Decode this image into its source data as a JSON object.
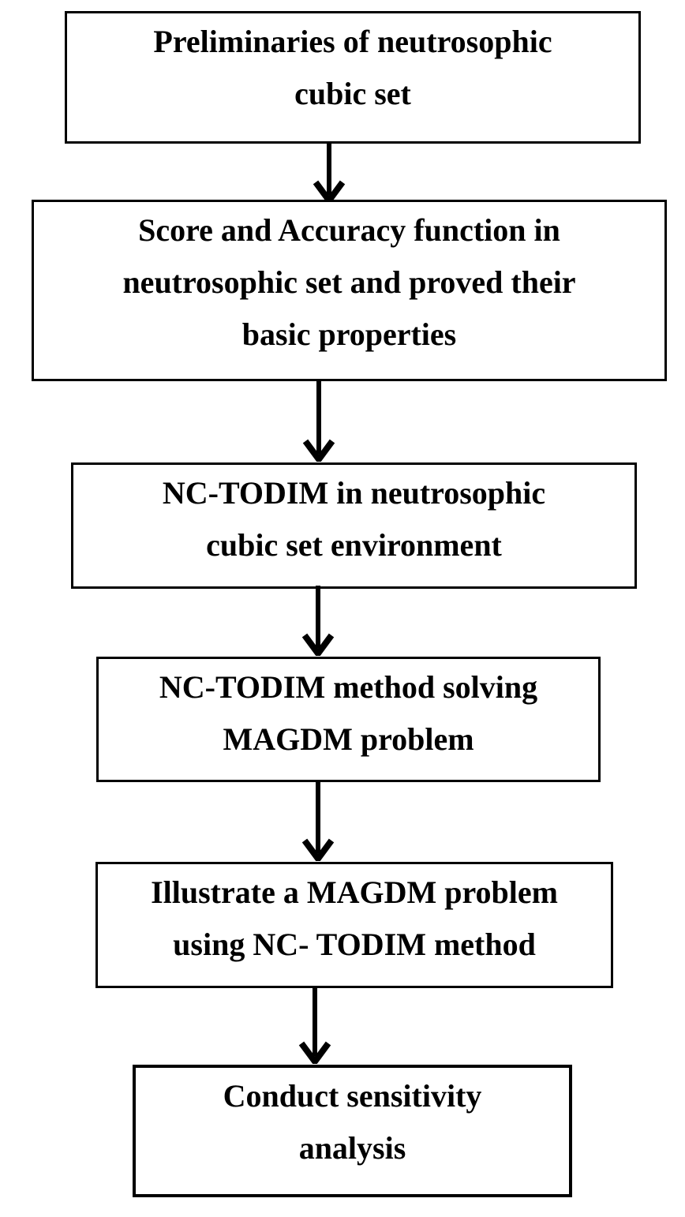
{
  "flowchart": {
    "colors": {
      "background": "#ffffff",
      "box_border": "#000000",
      "text": "#000000",
      "arrow": "#000000"
    },
    "boxes": [
      {
        "name": "preliminaries",
        "text": "Preliminaries of neutrosophic cubic set",
        "lines": [
          "Preliminaries of neutrosophic",
          "cubic set"
        ]
      },
      {
        "name": "score-accuracy",
        "text": "Score and Accuracy function in neutrosophic set and proved their basic properties",
        "lines": [
          "Score and Accuracy function in",
          "neutrosophic set and proved their",
          "basic properties"
        ]
      },
      {
        "name": "nc-todim-environment",
        "text": "NC-TODIM in neutrosophic cubic set environment",
        "lines": [
          "NC-TODIM in neutrosophic",
          "cubic set environment"
        ]
      },
      {
        "name": "nc-todim-magdm",
        "text": "NC-TODIM method solving MAGDM problem",
        "lines": [
          "NC-TODIM method solving",
          "MAGDM problem"
        ]
      },
      {
        "name": "illustrate-magdm",
        "text": "Illustrate a MAGDM problem using NC- TODIM method",
        "lines": [
          "Illustrate a MAGDM problem",
          "using NC- TODIM method"
        ]
      },
      {
        "name": "sensitivity-analysis",
        "text": "Conduct sensitivity analysis",
        "lines": [
          "Conduct sensitivity",
          "analysis"
        ]
      }
    ]
  }
}
